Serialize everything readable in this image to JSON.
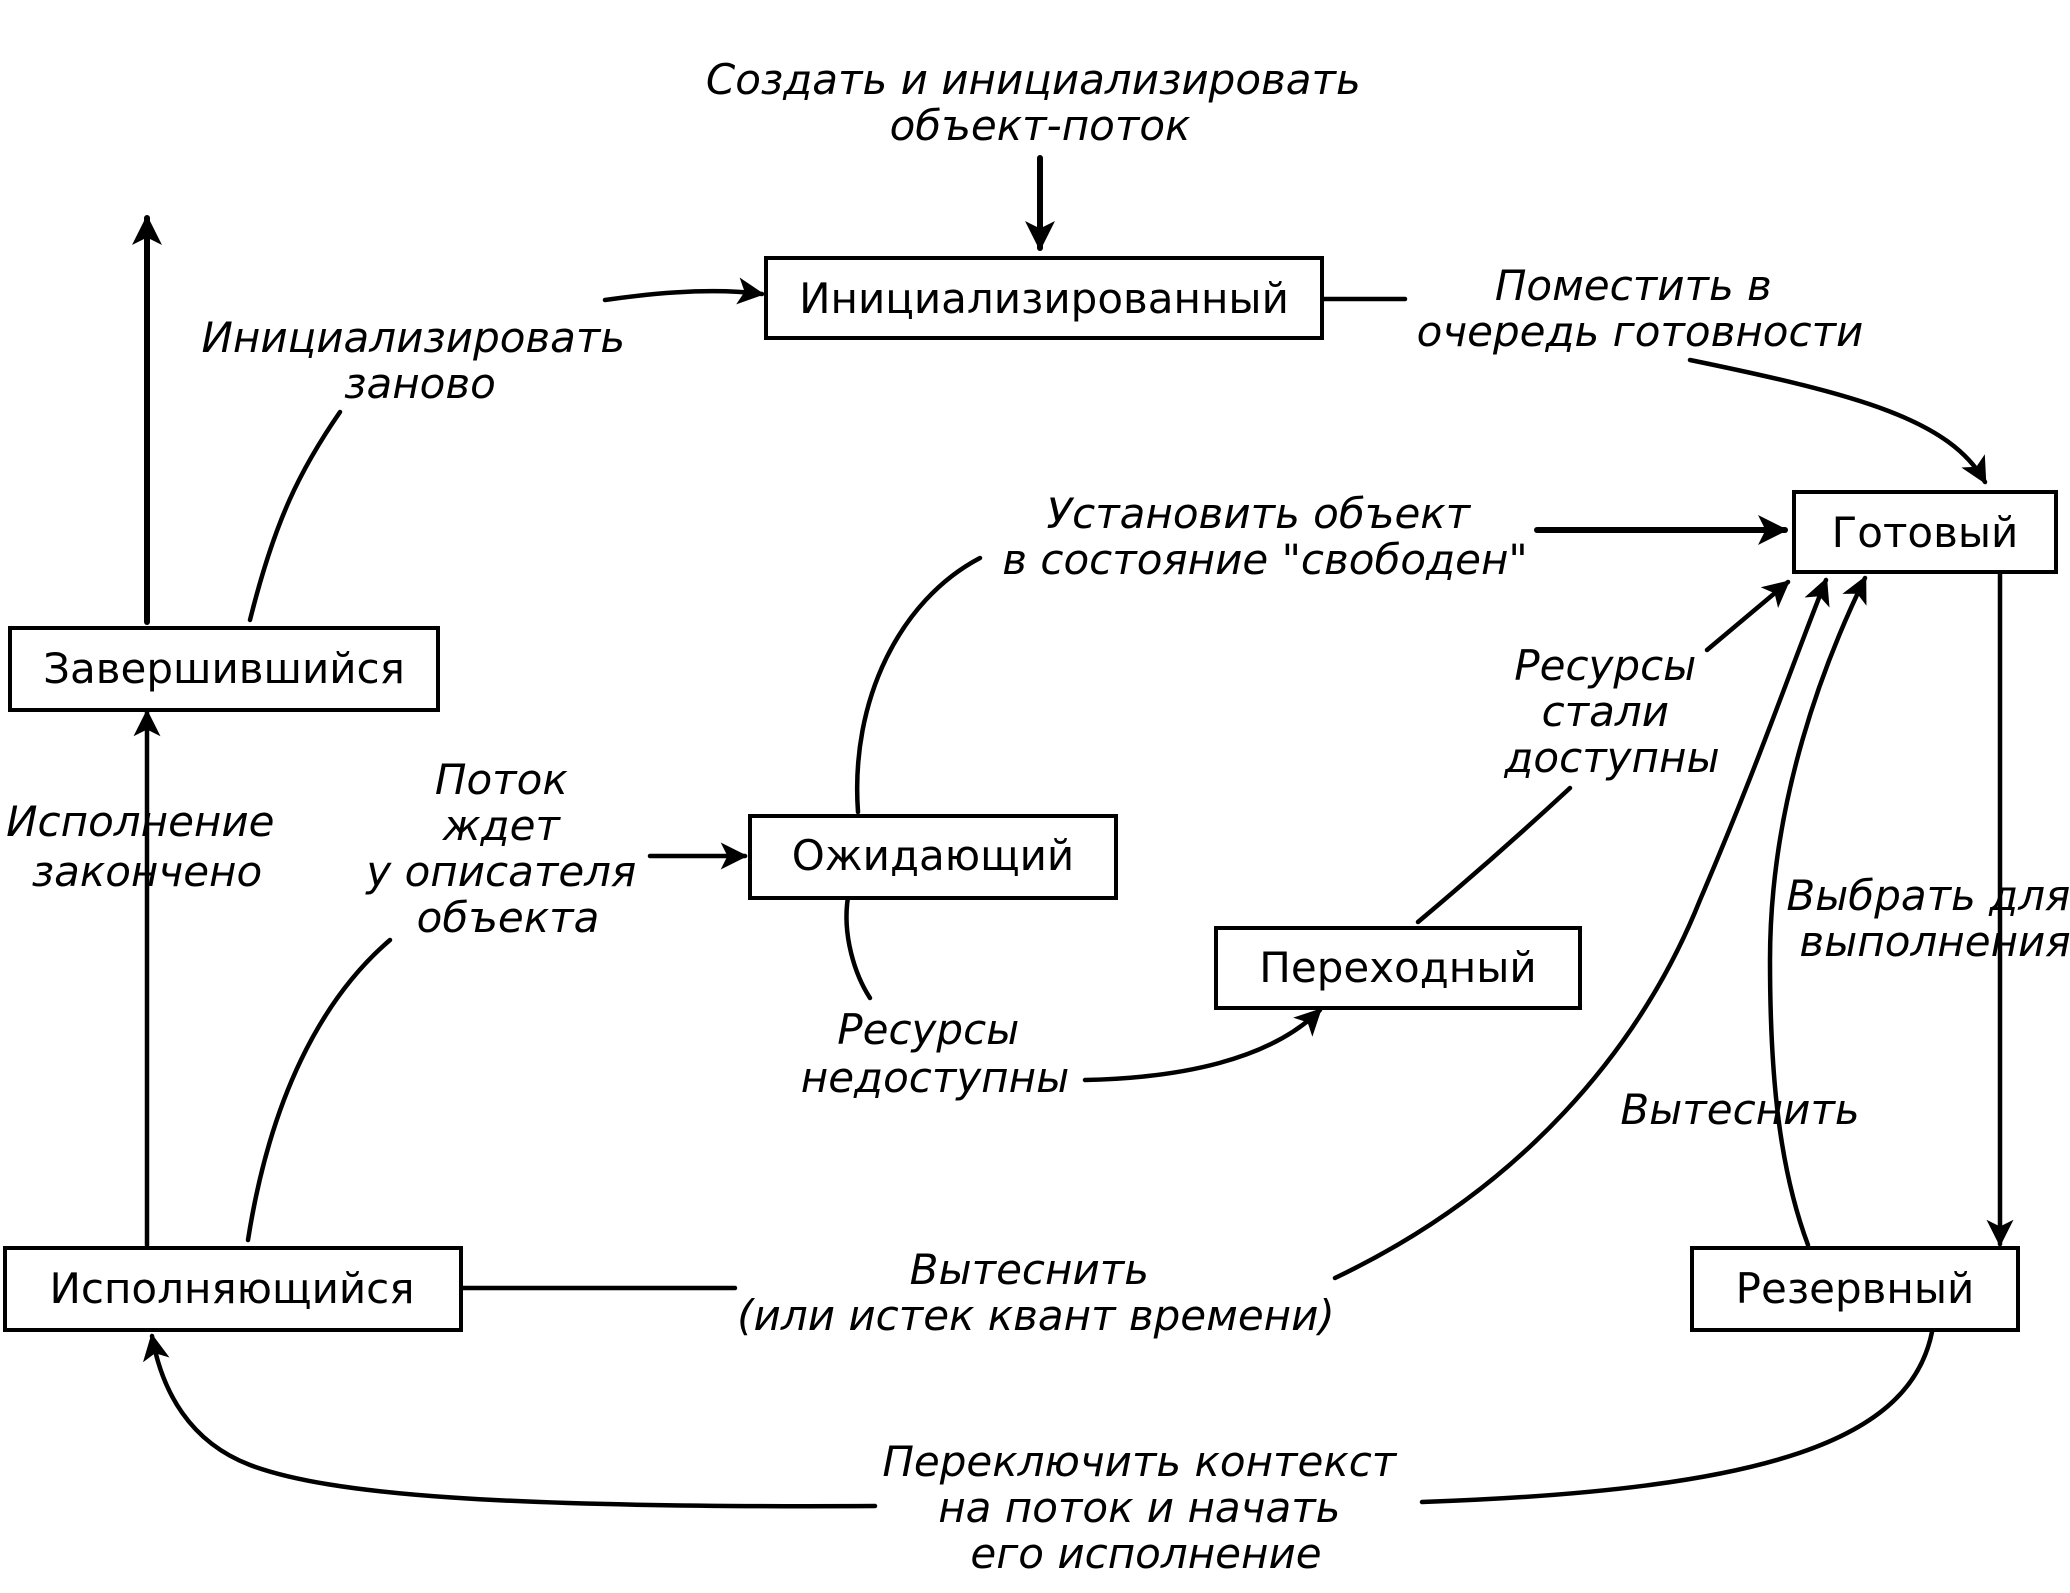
{
  "states": {
    "initialized": "Инициализированный",
    "ready": "Готовый",
    "terminated": "Завершившийся",
    "waiting": "Ожидающий",
    "transition": "Переходный",
    "running": "Исполняющийся",
    "standby": "Резервный"
  },
  "labels": {
    "create": [
      "Создать и инициализировать",
      "объект-поток"
    ],
    "reinit": [
      "Инициализировать",
      "заново"
    ],
    "to_ready_queue": [
      "Поместить в",
      "очередь готовности"
    ],
    "set_free": [
      "Установить объект",
      "в состояние \"свободен\""
    ],
    "resources_available": [
      "Ресурсы",
      "стали",
      "доступны"
    ],
    "execution_done": [
      "Исполнение",
      "закончено"
    ],
    "thread_waits": [
      "Поток",
      "ждет",
      "у описателя",
      "объекта"
    ],
    "resources_unavailable": [
      "Ресурсы",
      "недоступны"
    ],
    "select_for_exec": [
      "Выбрать для",
      "выполнения"
    ],
    "preempt_standby": [
      "Вытеснить"
    ],
    "preempt_running": [
      "Вытеснить",
      "(или истек квант времени)"
    ],
    "context_switch": [
      "Переключить контекст",
      "на поток и начать",
      "его исполнение"
    ]
  }
}
